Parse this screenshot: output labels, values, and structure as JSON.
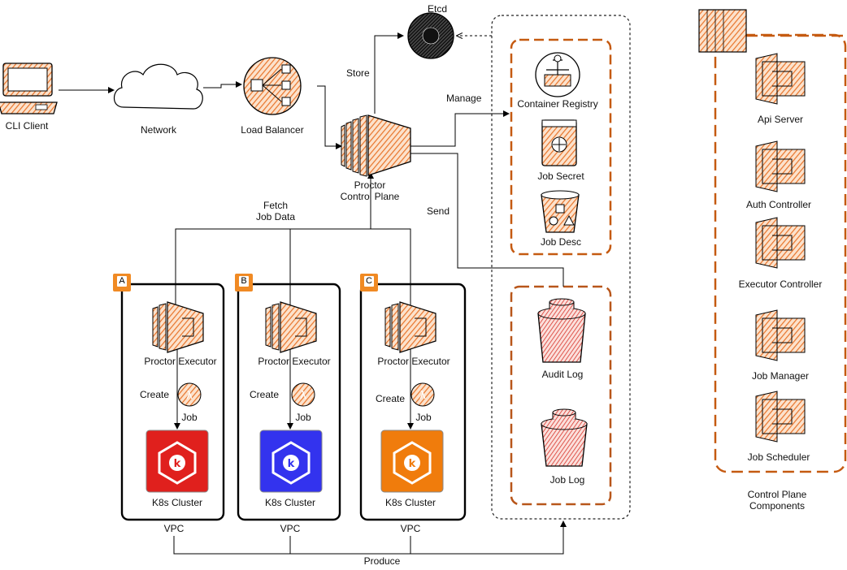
{
  "nodes": {
    "cli_client": "CLI Client",
    "network": "Network",
    "load_balancer": "Load Balancer",
    "control_plane": [
      "Proctor",
      "Control Plane"
    ],
    "etcd": "Etcd",
    "container_registry": "Container Registry",
    "job_secret": "Job Secret",
    "job_desc": "Job Desc",
    "audit_log": "Audit Log",
    "job_log": "Job Log"
  },
  "edge_labels": {
    "store": "Store",
    "manage": "Manage",
    "send": "Send",
    "fetch": [
      "Fetch",
      "Job Data"
    ],
    "produce": "Produce"
  },
  "vpcs": [
    {
      "badge": "A",
      "executor": "Proctor Executor",
      "create": "Create",
      "job": "Job",
      "cluster": "K8s Cluster",
      "vpc": "VPC",
      "cluster_color": "#e0201d"
    },
    {
      "badge": "B",
      "executor": "Proctor Executor",
      "create": "Create",
      "job": "Job",
      "cluster": "K8s Cluster",
      "vpc": "VPC",
      "cluster_color": "#3333ee"
    },
    {
      "badge": "C",
      "executor": "Proctor Executor",
      "create": "Create",
      "job": "Job",
      "cluster": "K8s Cluster",
      "vpc": "VPC",
      "cluster_color": "#f07c0c"
    }
  ],
  "control_plane_components": {
    "items": [
      "Api Server",
      "Auth Controller",
      "Executor Controller",
      "Job Manager",
      "Job Scheduler"
    ],
    "caption": [
      "Control Plane",
      "Components"
    ]
  },
  "colors": {
    "accent": "#f08a24",
    "hatch_orange": "#e8742a",
    "hatch_red": "#d8342a",
    "line": "#000000",
    "group_border": "#c55a11"
  }
}
